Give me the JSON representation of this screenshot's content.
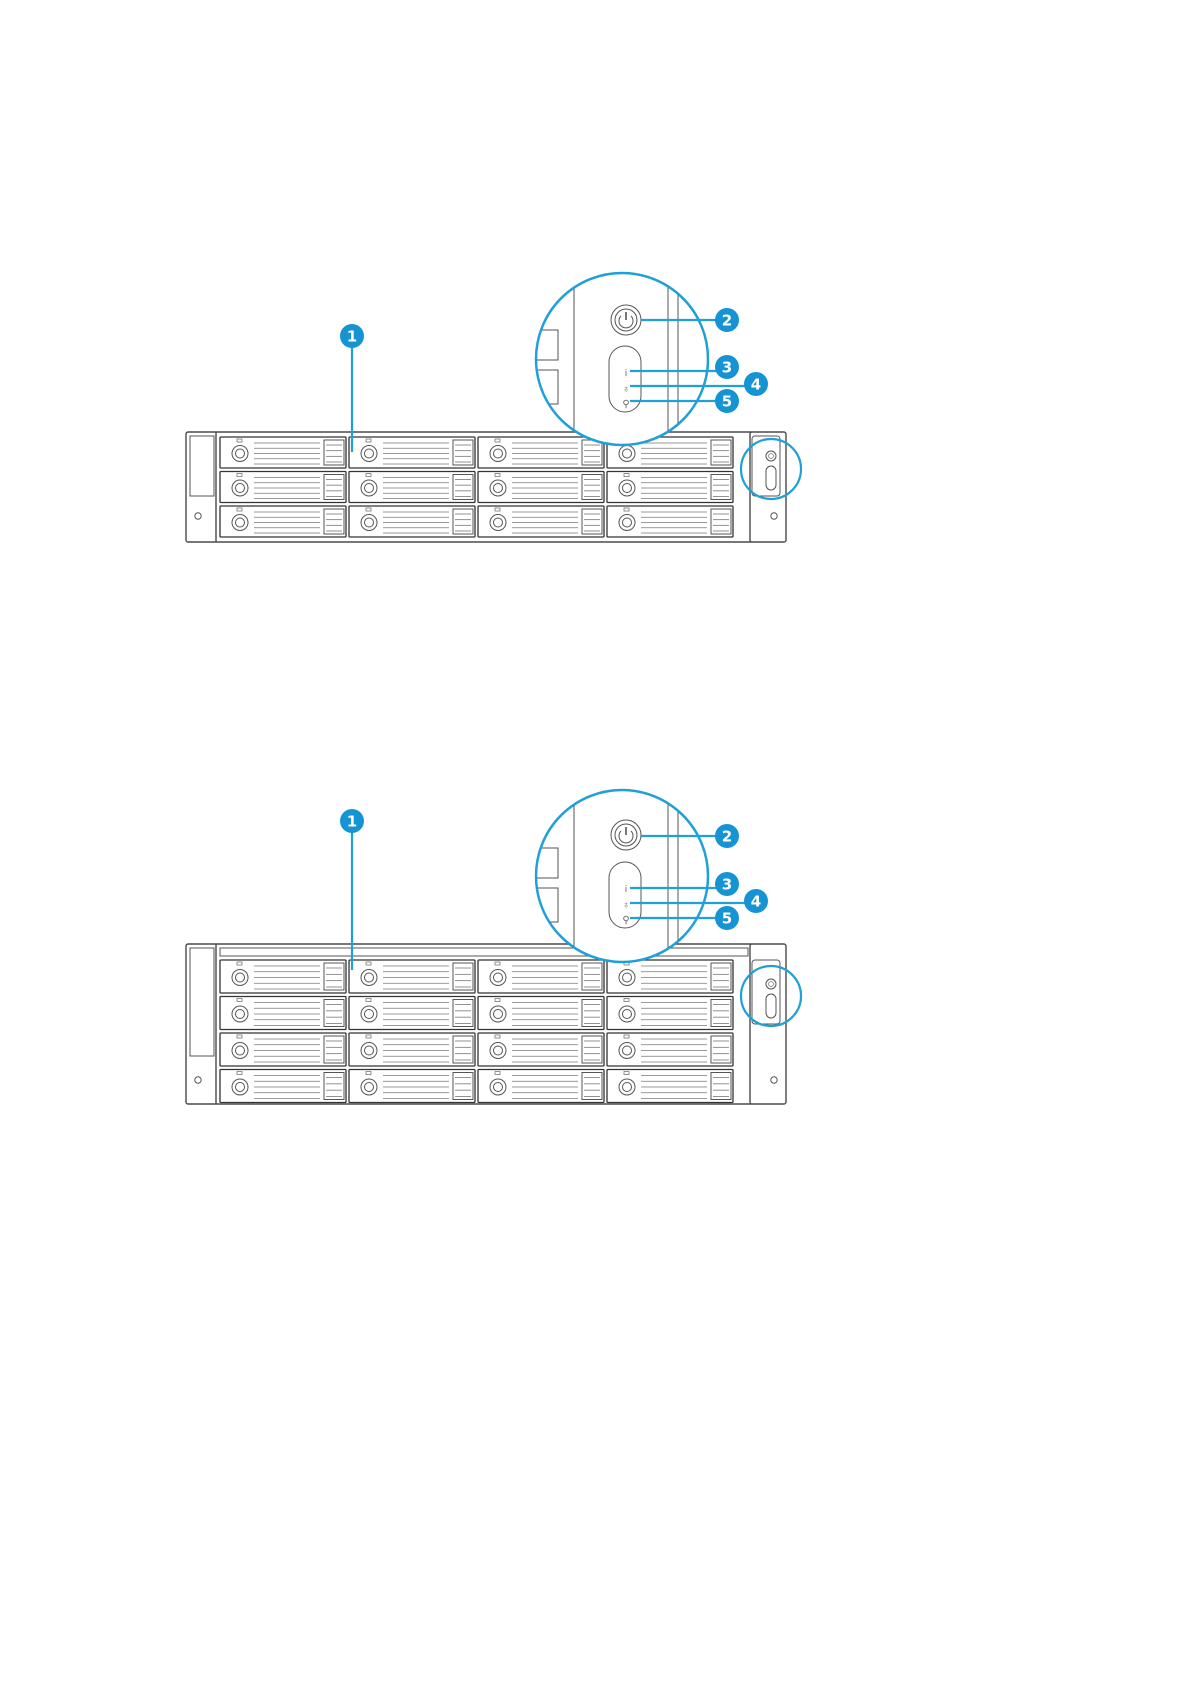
{
  "figures": [
    {
      "id": "2u",
      "rows": 3,
      "cols": 4,
      "callouts": [
        "1",
        "2",
        "3",
        "4",
        "5"
      ],
      "accent_color": "#1693d2"
    },
    {
      "id": "3u",
      "rows": 4,
      "cols": 4,
      "callouts": [
        "1",
        "2",
        "3",
        "4",
        "5"
      ],
      "accent_color": "#1693d2"
    }
  ],
  "icons": {
    "power": "power-icon",
    "status": "status-icon",
    "network": "network-icon",
    "usb": "usb-icon"
  }
}
